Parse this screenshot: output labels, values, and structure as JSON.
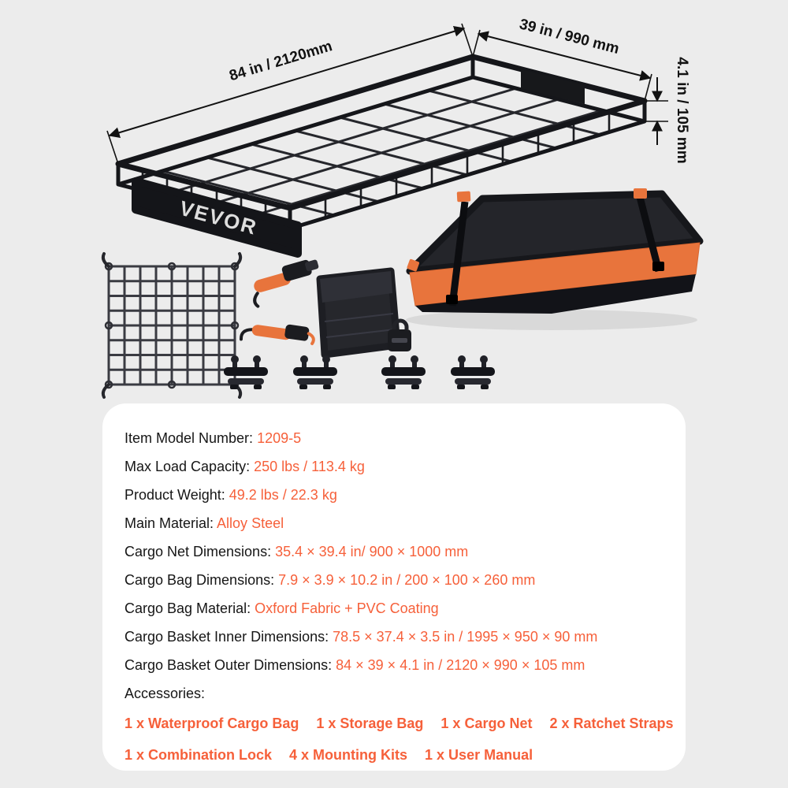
{
  "colors": {
    "background": "#ECECEC",
    "card": "#FFFFFF",
    "accent_orange": "#F6603A",
    "ink": "#161616",
    "basket_black": "#15161A",
    "bag_orange": "#E8743C"
  },
  "diagram": {
    "brand_logo": "VEVOR",
    "dim_length": "84 in / 2120mm",
    "dim_width": "39 in / 990 mm",
    "dim_height": "4.1 in / 105 mm"
  },
  "specs": {
    "rows": [
      {
        "label": "Item Model Number: ",
        "value": "1209-5"
      },
      {
        "label": "Max Load Capacity: ",
        "value": "250 lbs / 113.4 kg"
      },
      {
        "label": "Product Weight: ",
        "value": "49.2 lbs / 22.3 kg"
      },
      {
        "label": "Main Material: ",
        "value": "Alloy Steel"
      },
      {
        "label": "Cargo Net Dimensions: ",
        "value": "35.4 × 39.4 in/ 900 × 1000 mm"
      },
      {
        "label": "Cargo Bag Dimensions: ",
        "value": "7.9 × 3.9 × 10.2 in / 200 × 100 × 260 mm"
      },
      {
        "label": "Cargo Bag Material: ",
        "value": "Oxford Fabric + PVC Coating"
      },
      {
        "label": "Cargo Basket Inner Dimensions: ",
        "value": "78.5 × 37.4 × 3.5 in / 1995 × 950 × 90 mm"
      },
      {
        "label": "Cargo Basket Outer Dimensions: ",
        "value": "84 × 39 × 4.1 in / 2120 × 990 × 105 mm"
      }
    ],
    "accessories_label": "Accessories:",
    "accessories_line1": [
      "1 x Waterproof Cargo Bag",
      "1 x Storage Bag",
      "1 x Cargo Net",
      "2 x Ratchet Straps"
    ],
    "accessories_line2": [
      "1 x Combination Lock",
      "4 x Mounting Kits",
      "1 x User Manual"
    ]
  }
}
